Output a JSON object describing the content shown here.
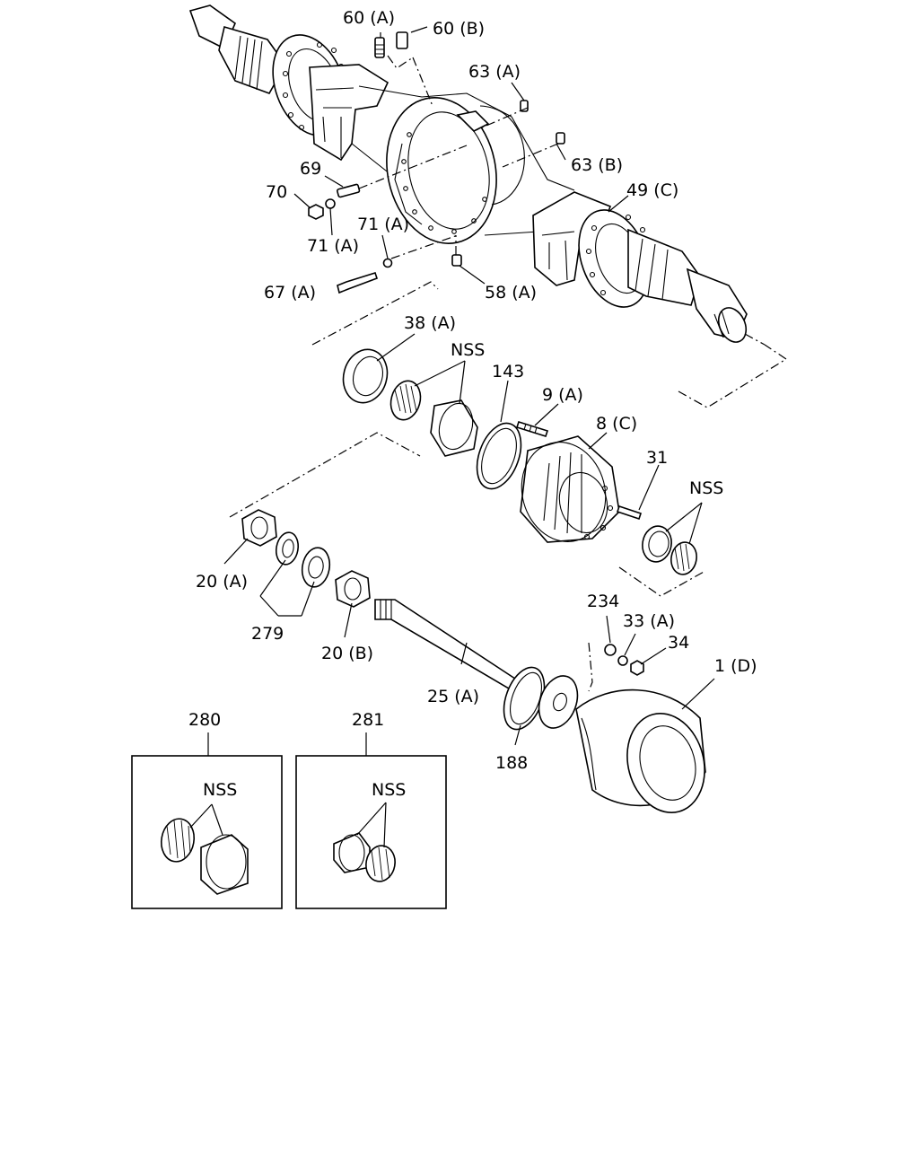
{
  "labels": {
    "p60a": "60 (A)",
    "p60b": "60 (B)",
    "p63a": "63 (A)",
    "p63b": "63 (B)",
    "p69": "69",
    "p70": "70",
    "p49c": "49 (C)",
    "p71a_1": "71 (A)",
    "p71a_2": "71 (A)",
    "p67a": "67 (A)",
    "p58a": "58 (A)",
    "p38a": "38 (A)",
    "nss_1": "NSS",
    "p143": "143",
    "p9a": "9 (A)",
    "p8c": "8 (C)",
    "p31": "31",
    "nss_2": "NSS",
    "p20a": "20 (A)",
    "p279": "279",
    "p20b": "20 (B)",
    "p234": "234",
    "p33a": "33 (A)",
    "p34": "34",
    "p1d": "1 (D)",
    "p25a": "25 (A)",
    "p188": "188",
    "p280": "280",
    "p281": "281",
    "nss_280": "NSS",
    "nss_281": "NSS"
  }
}
